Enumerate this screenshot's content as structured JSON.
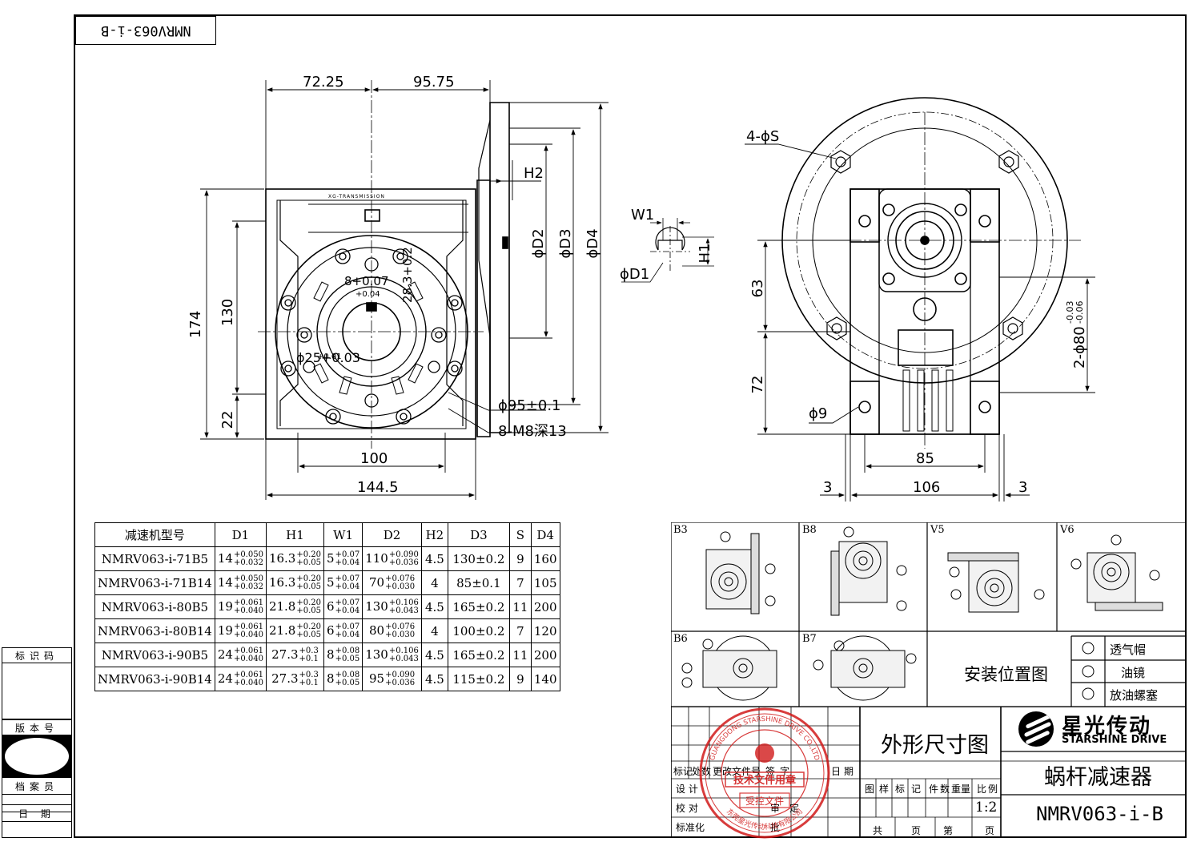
{
  "model_tag": "NMRV063-i-B",
  "front_view": {
    "dim_72_25": "72.25",
    "dim_95_75": "95.75",
    "dim_174": "174",
    "dim_130": "130",
    "dim_22": "22",
    "dim_100": "100",
    "dim_144_5": "144.5",
    "dim_H2": "H2",
    "dim_D2": "ϕD2",
    "dim_D3": "ϕD3",
    "dim_D4": "ϕD4",
    "dim_8_007": "8+0.07",
    "dim_8_004": "+0.04",
    "dim_28_3": "28.3+0.2",
    "dim_25_003": "ϕ25+0.03",
    "dim_25_001": "+0.01",
    "dim_95": "ϕ95±0.1",
    "dim_8M8": "8-M8深13",
    "badge": "XG-TRANSMISSION"
  },
  "shaft_section": {
    "W1": "W1",
    "H1": "H1",
    "D1": "ϕD1"
  },
  "side_view": {
    "dim_4S": "4-ϕS",
    "dim_63": "63",
    "dim_72": "72",
    "dim_9": "ϕ9",
    "dim_85": "85",
    "dim_106": "106",
    "dim_3a": "3",
    "dim_3b": "3",
    "dim_80": "2-ϕ80",
    "dim_80_tol_a": "-0.03",
    "dim_80_tol_b": "-0.06"
  },
  "spec_table": {
    "headers": [
      "减速机型号",
      "D1",
      "H1",
      "W1",
      "D2",
      "H2",
      "D3",
      "S",
      "D4"
    ],
    "rows": [
      {
        "model": "NMRV063-i-71B5",
        "d1": "14",
        "d1u": "+0.050",
        "d1l": "+0.032",
        "h1": "16.3",
        "h1u": "+0.20",
        "h1l": "+0.05",
        "w1": "5",
        "w1u": "+0.07",
        "w1l": "+0.04",
        "d2": "110",
        "d2u": "+0.090",
        "d2l": "+0.036",
        "h2": "4.5",
        "d3": "130±0.2",
        "s": "9",
        "d4": "160"
      },
      {
        "model": "NMRV063-i-71B14",
        "d1": "14",
        "d1u": "+0.050",
        "d1l": "+0.032",
        "h1": "16.3",
        "h1u": "+0.20",
        "h1l": "+0.05",
        "w1": "5",
        "w1u": "+0.07",
        "w1l": "+0.04",
        "d2": "70",
        "d2u": "+0.076",
        "d2l": "+0.030",
        "h2": "4",
        "d3": "85±0.1",
        "s": "7",
        "d4": "105"
      },
      {
        "model": "NMRV063-i-80B5",
        "d1": "19",
        "d1u": "+0.061",
        "d1l": "+0.040",
        "h1": "21.8",
        "h1u": "+0.20",
        "h1l": "+0.05",
        "w1": "6",
        "w1u": "+0.07",
        "w1l": "+0.04",
        "d2": "130",
        "d2u": "+0.106",
        "d2l": "+0.043",
        "h2": "4.5",
        "d3": "165±0.2",
        "s": "11",
        "d4": "200"
      },
      {
        "model": "NMRV063-i-80B14",
        "d1": "19",
        "d1u": "+0.061",
        "d1l": "+0.040",
        "h1": "21.8",
        "h1u": "+0.20",
        "h1l": "+0.05",
        "w1": "6",
        "w1u": "+0.07",
        "w1l": "+0.04",
        "d2": "80",
        "d2u": "+0.076",
        "d2l": "+0.030",
        "h2": "4",
        "d3": "100±0.2",
        "s": "7",
        "d4": "120"
      },
      {
        "model": "NMRV063-i-90B5",
        "d1": "24",
        "d1u": "+0.061",
        "d1l": "+0.040",
        "h1": "27.3",
        "h1u": "+0.3",
        "h1l": "+0.1",
        "w1": "8",
        "w1u": "+0.08",
        "w1l": "+0.05",
        "d2": "130",
        "d2u": "+0.106",
        "d2l": "+0.043",
        "h2": "4.5",
        "d3": "165±0.2",
        "s": "11",
        "d4": "200"
      },
      {
        "model": "NMRV063-i-90B14",
        "d1": "24",
        "d1u": "+0.061",
        "d1l": "+0.040",
        "h1": "27.3",
        "h1u": "+0.3",
        "h1l": "+0.1",
        "w1": "8",
        "w1u": "+0.08",
        "w1l": "+0.05",
        "d2": "95",
        "d2u": "+0.090",
        "d2l": "+0.036",
        "h2": "4.5",
        "d3": "115±0.2",
        "s": "9",
        "d4": "140"
      }
    ]
  },
  "mounting": {
    "positions": [
      "B3",
      "B8",
      "V5",
      "V6",
      "B6",
      "B7"
    ],
    "title": "安装位置图",
    "legend": [
      "透气帽",
      "油镜",
      "放油螺塞"
    ]
  },
  "left_strip": {
    "id_code": "标识码",
    "version": "版本号",
    "archivist": "档案员",
    "date": "日  期"
  },
  "title_block": {
    "drawing_title": "外形尺寸图",
    "company_cn": "星光传动",
    "company_en": "STARSHINE DRIVE",
    "product": "蜗杆减速器",
    "model": "NMRV063-i-B",
    "scale": "1:2",
    "row_mark": [
      "标记",
      "处数",
      "更改文件号",
      "签",
      "字",
      "日",
      "期"
    ],
    "design": "设  计",
    "check": "校  对",
    "standard": "标准化",
    "approve": "审",
    "approve2": "定",
    "approve_a": "批",
    "attrs": [
      "图",
      "样",
      "标",
      "记",
      "件",
      "数",
      "重",
      "量",
      "比",
      "例"
    ],
    "total": "共",
    "page": "页",
    "nth": "第",
    "page2": "页"
  },
  "stamp": {
    "ring_text": "GUANGDONG STARSHINE DRIVE CO.,LTD",
    "ring_text_cn": "东莞星光传动科技有限公司",
    "center_line1": "技术文件用章",
    "center_line2": "受控文件",
    "color": "#d11a1a"
  }
}
